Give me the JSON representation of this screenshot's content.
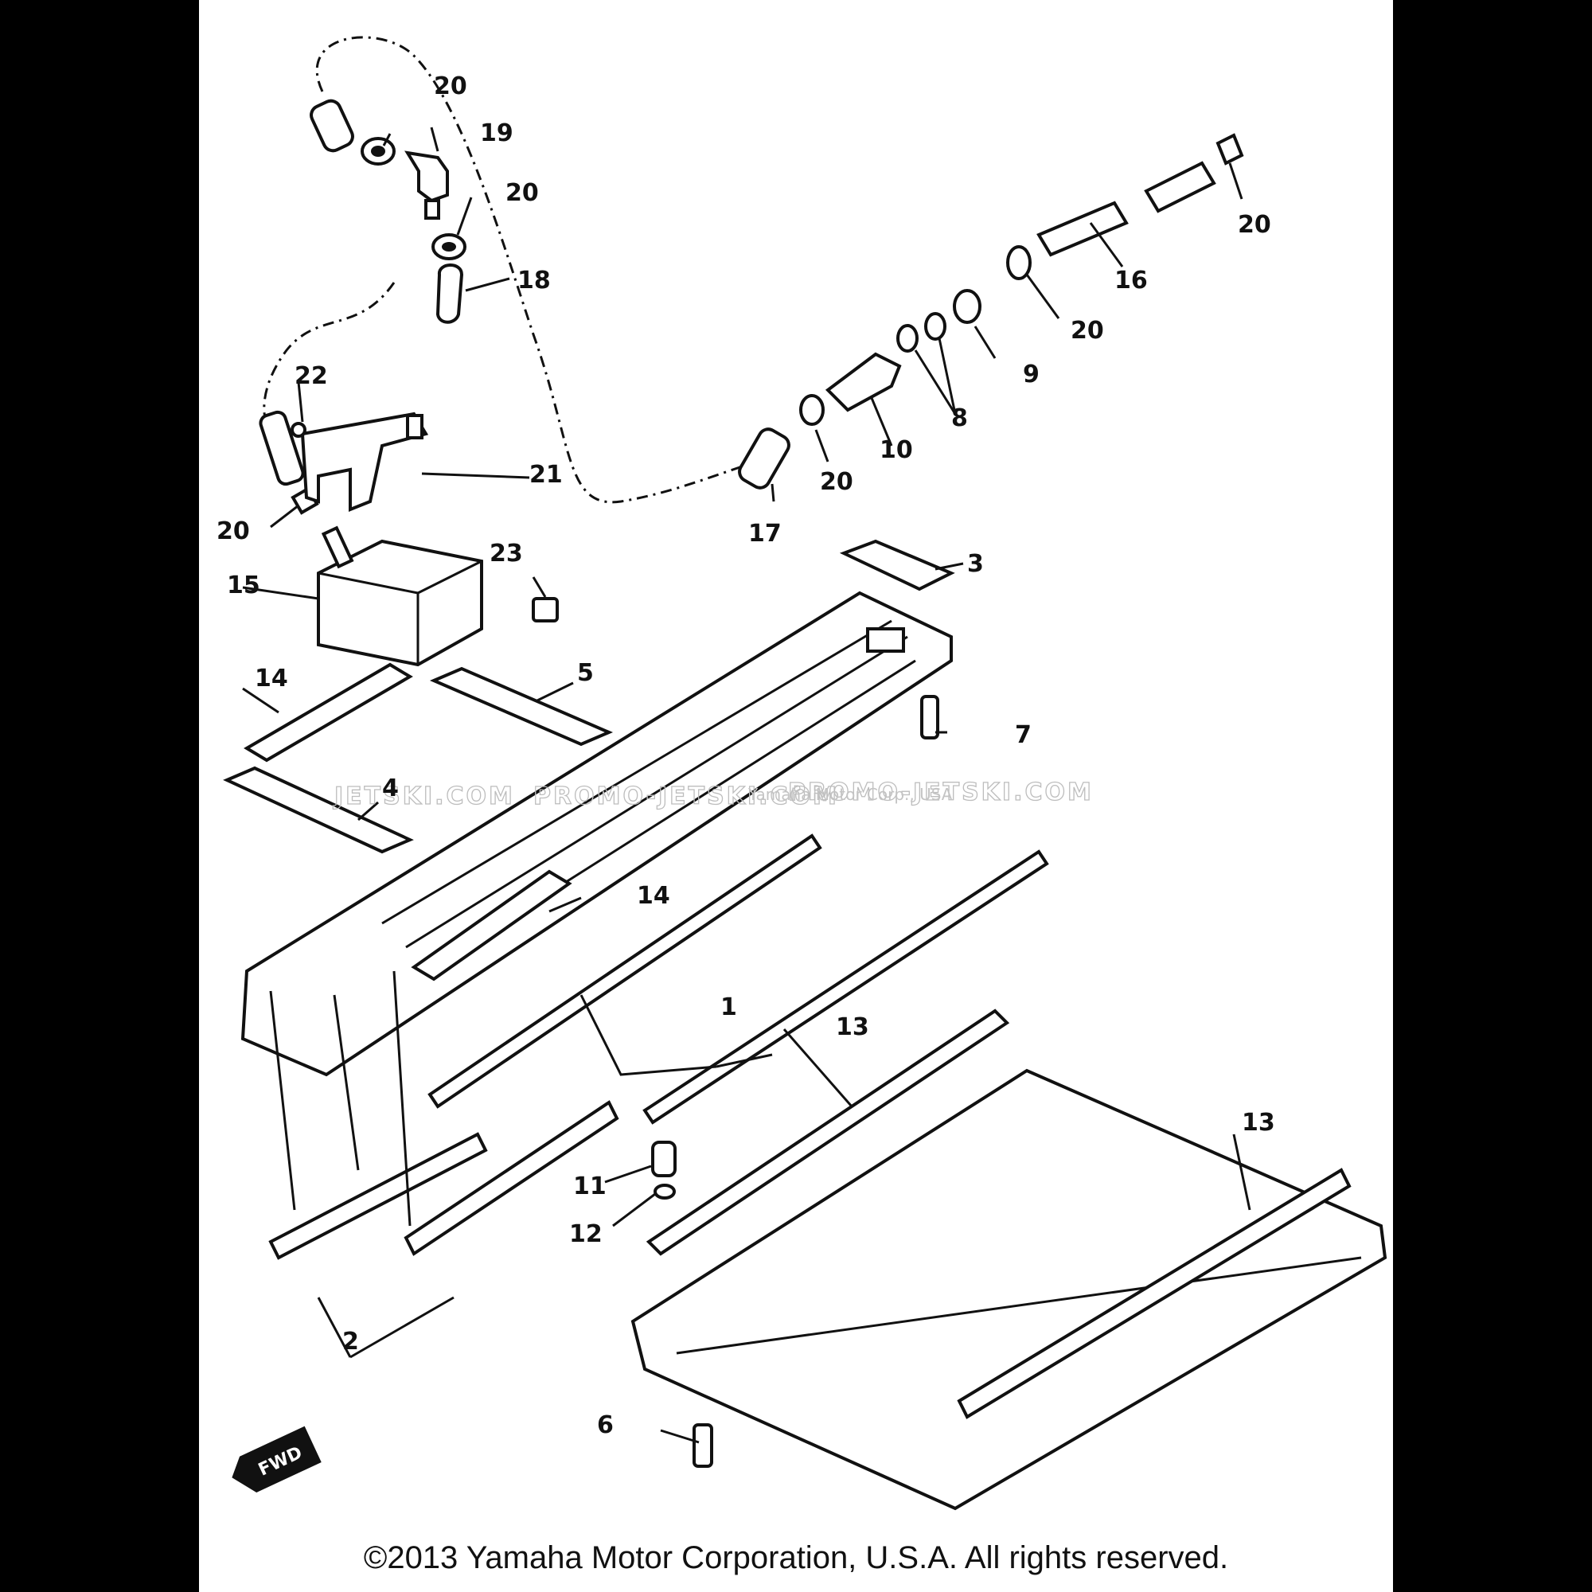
{
  "diagram": {
    "callouts": [
      "1",
      "2",
      "3",
      "4",
      "5",
      "6",
      "7",
      "8",
      "9",
      "10",
      "11",
      "12",
      "13",
      "13",
      "14",
      "14",
      "15",
      "16",
      "17",
      "18",
      "19",
      "20",
      "20",
      "20",
      "20",
      "20",
      "20",
      "21",
      "22",
      "23"
    ],
    "direction_badge": "FWD",
    "watermark_left": "JETSKI.COM",
    "watermark_mid": "PROMO-JETSKI.COM",
    "watermark_right": "PROMO-JETSKI.COM",
    "watermark_small": "Yamaha Motor Corp., USA"
  },
  "footer": {
    "copyright": "©2013 Yamaha Motor Corporation, U.S.A. All rights reserved."
  }
}
